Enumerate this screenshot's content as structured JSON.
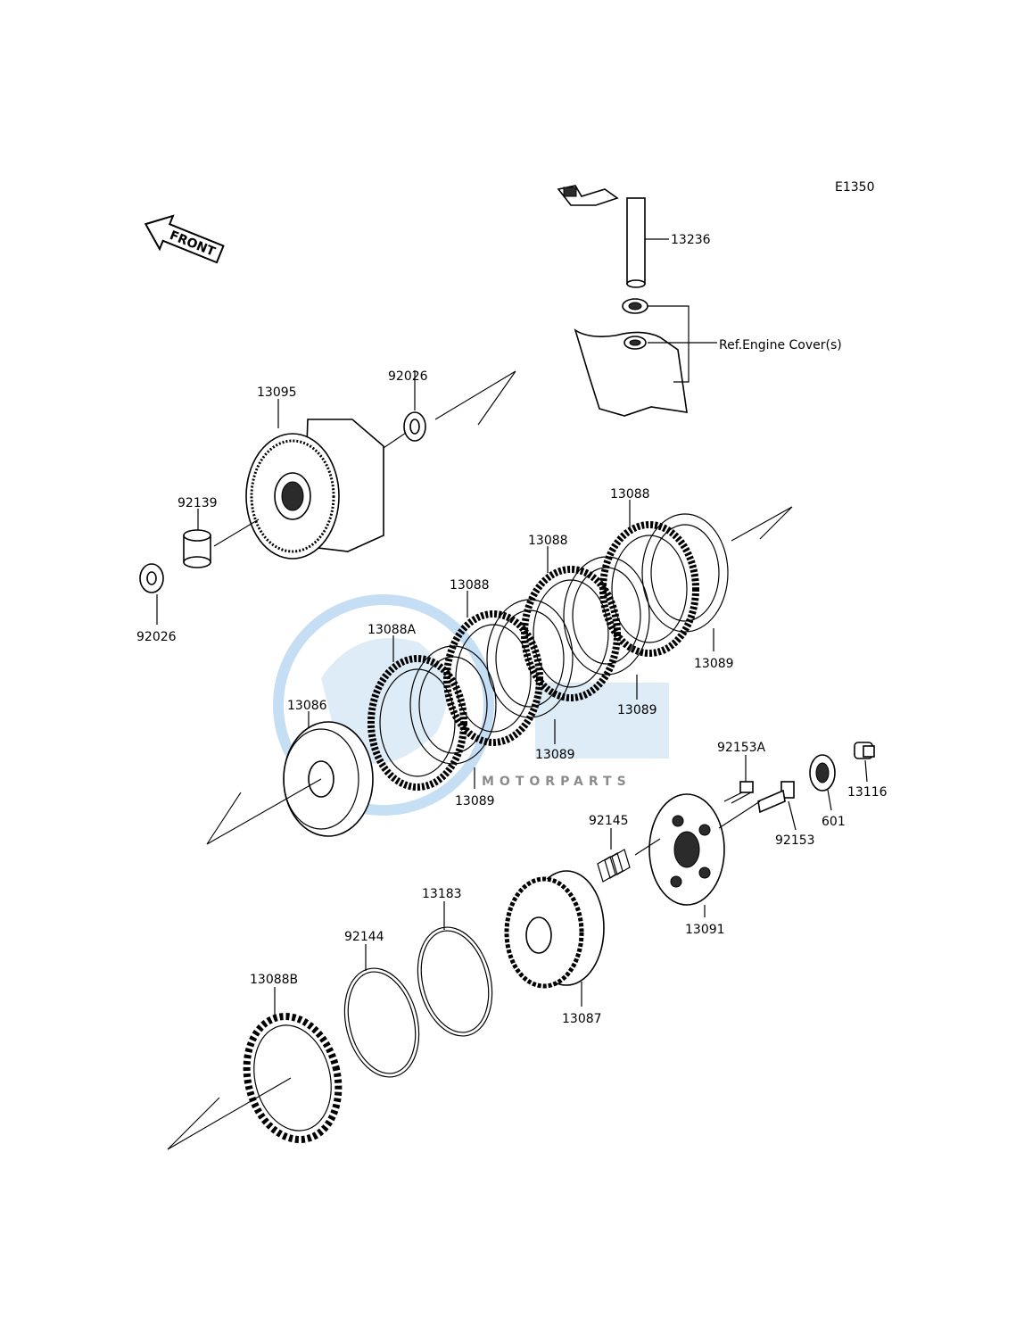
{
  "diagram_code": "E1350",
  "front_label": "FRONT",
  "reference_note": "Ref.Engine Cover(s)",
  "watermark": {
    "text": "MOTORPARTS",
    "color": "#7fb8e6"
  },
  "part_labels": {
    "p13236": "13236",
    "p13095": "13095",
    "p92026_top": "92026",
    "p92139": "92139",
    "p92026_left": "92026",
    "p13088_a": "13088",
    "p13088_b": "13088",
    "p13088_c": "13088",
    "p13088A": "13088A",
    "p13086": "13086",
    "p13089_a": "13089",
    "p13089_b": "13089",
    "p13089_c": "13089",
    "p13089_d": "13089",
    "p92153A": "92153A",
    "p13116": "13116",
    "p601": "601",
    "p92153": "92153",
    "p92145": "92145",
    "p13091": "13091",
    "p13183": "13183",
    "p92144": "92144",
    "p13087": "13087",
    "p13088B": "13088B"
  }
}
